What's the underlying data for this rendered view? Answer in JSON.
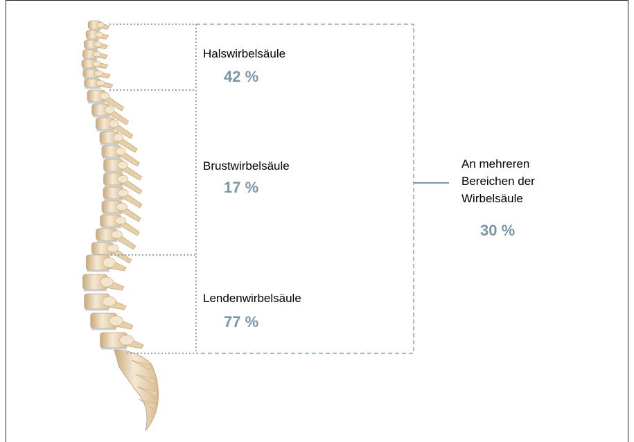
{
  "colors": {
    "accent": "#7a96a6",
    "line": "#8aa4b3",
    "bone_light": "#f3e6cf",
    "bone_mid": "#e6cfa9",
    "bone_dark": "#c7a77c",
    "disc": "#b9c7cf"
  },
  "icons": {
    "spine": "spine-illustration"
  },
  "regions": [
    {
      "id": "cervical",
      "label": "Halswirbelsäule",
      "percent": "42 %"
    },
    {
      "id": "thoracic",
      "label": "Brustwirbelsäule",
      "percent": "17 %"
    },
    {
      "id": "lumbar",
      "label": "Lendenwirbelsäule",
      "percent": "77 %"
    }
  ],
  "multiple": {
    "lines": [
      "An mehreren",
      "Bereichen der",
      "Wirbelsäule"
    ],
    "percent": "30 %"
  }
}
